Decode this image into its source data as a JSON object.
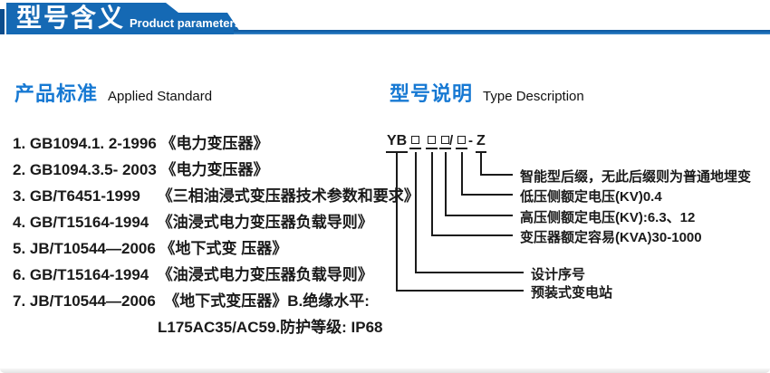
{
  "header": {
    "title_cn": "型号含义",
    "subtitle_en": "Product parameters"
  },
  "left_section": {
    "heading_cn": "产品标准",
    "heading_en": "Applied Standard",
    "items": [
      "1. GB1094.1. 2-1996 《电力变压器》",
      "2. GB1094.3.5- 2003 《电力变压器》",
      "3. GB/T6451-1999    《三相油浸式变压器技术参数和要求》",
      "4. GB/T15164-1994  《油浸式电力变压器负载导则》",
      "5. JB/T10544—2006 《地下式变 压器》",
      "6. GB/T15164-1994  《油浸式电力变压器负载导则》",
      "7. JB/T10544—2006  《地下式变压器》B.绝缘水平:"
    ],
    "continuation": "L175AC35/AC59.防护等级: IP68"
  },
  "right_section": {
    "heading_cn": "型号说明",
    "heading_en": "Type Description",
    "model_code": {
      "prefix": "YB",
      "slash": "/",
      "dash": "-",
      "suffix": "Z"
    },
    "labels": [
      "智能型后缀，无此后缀则为普通地埋变",
      "低压侧额定电压(KV)0.4",
      "高压侧额定电压(KV):6.3、12",
      "变压器额定容易(KVA)30-1000",
      "设计序号",
      "预装式变电站"
    ]
  },
  "colors": {
    "banner_blue": "#1569b4",
    "accent_dark_blue": "#0c4c8c",
    "heading_blue": "#1779d3",
    "text_black": "#1a1a1a"
  }
}
